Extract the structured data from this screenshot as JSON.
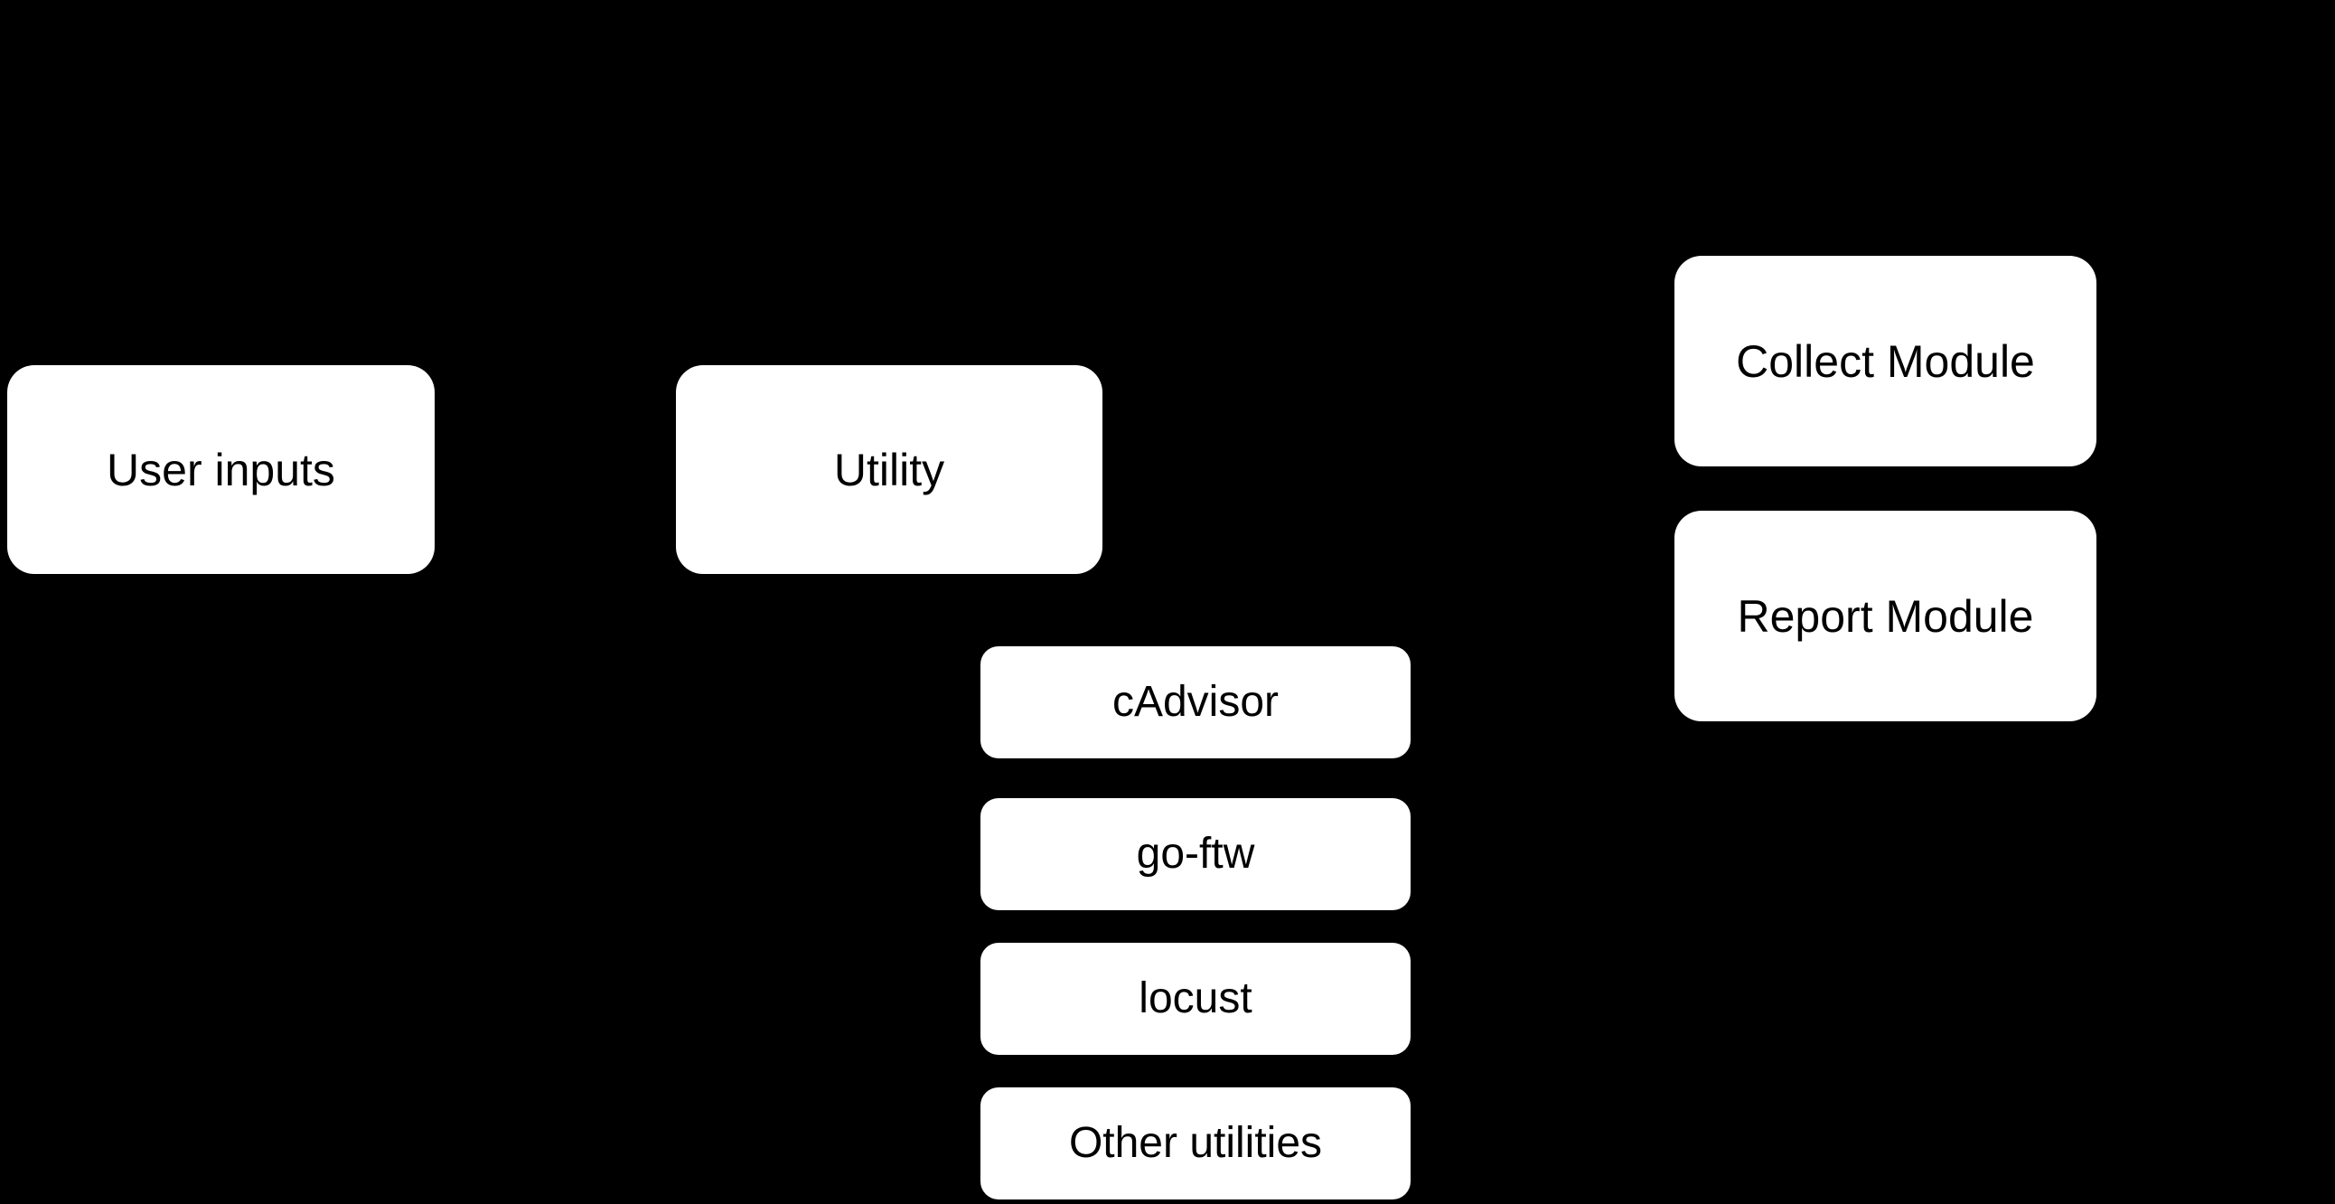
{
  "diagram": {
    "colors": {
      "background": "#000000",
      "node_fill": "#ffffff",
      "node_text": "#000000"
    },
    "nodes": {
      "user_inputs": {
        "label": "User inputs"
      },
      "utility": {
        "label": "Utility"
      },
      "collect_module": {
        "label": "Collect Module"
      },
      "report_module": {
        "label": "Report Module"
      },
      "cadvisor": {
        "label": "cAdvisor"
      },
      "go_ftw": {
        "label": "go-ftw"
      },
      "locust": {
        "label": "locust"
      },
      "other_utilities": {
        "label": "Other utilities"
      }
    }
  }
}
